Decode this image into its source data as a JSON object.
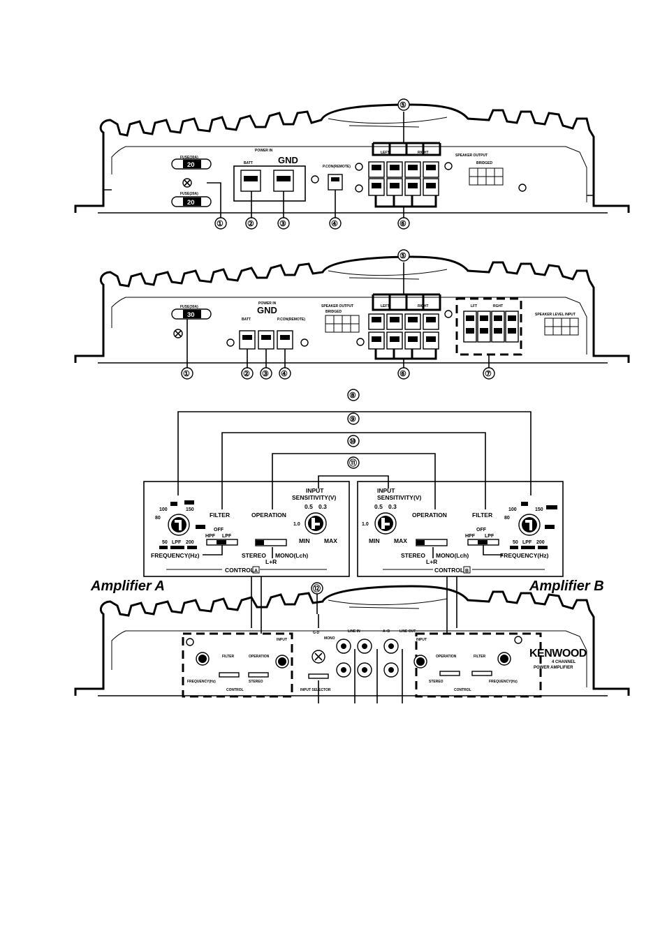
{
  "callouts": [
    "①",
    "②",
    "③",
    "④",
    "⑤",
    "⑥",
    "⑦",
    "⑧",
    "⑨",
    "⑩",
    "⑪",
    "⑫"
  ],
  "amp1": {
    "fuse_label": "FUSE(30A)",
    "fuse_value": "20",
    "fuse2_label": "FUSE(20A)",
    "power_in": "POWER IN",
    "batt": "BATT",
    "gnd": "GND",
    "pcon": "P.CON(REMOTE)",
    "left": "LEFT",
    "right": "RIGHT",
    "speaker_output": "SPEAKER OUTPUT",
    "bridged": "BRIDGED"
  },
  "amp2": {
    "fuse_label": "FUSE(30A)",
    "fuse_value": "30",
    "power_in": "POWER IN",
    "gnd": "GND",
    "batt": "BATT",
    "pcon": "P.CON(REMOTE)",
    "speaker_output": "SPEAKER OUTPUT",
    "bridged": "BRIDGED",
    "left": "LEFT",
    "right": "RIGHT",
    "lft": "LFT",
    "rght": "RGHT",
    "speaker_level_input": "SPEAKER LEVEL INPUT"
  },
  "controls": {
    "filter": "FILTER",
    "operation": "OPERATION",
    "input": "INPUT",
    "sensitivity": "SENSITIVITY(V)",
    "v05": "0.5",
    "v03": "0.3",
    "v10": "1.0",
    "min": "MIN",
    "max": "MAX",
    "off": "OFF",
    "hpf": "HPF",
    "lpf": "LPF",
    "stereo": "STEREO",
    "mono": "MONO(Lch)",
    "lr": "L+R",
    "frequency": "FREQUENCY(Hz)",
    "f50": "50",
    "f80": "80",
    "f100": "100",
    "f150": "150",
    "f200": "200",
    "lpf_mid": "LPF",
    "control_a": "CONTROL",
    "box_a": "A",
    "box_b": "B"
  },
  "amplifier_a": "Amplifier A",
  "amplifier_b": "Amplifier B",
  "amp3": {
    "brand": "KENWOOD",
    "sub1": "4 CHANNEL",
    "sub2": "POWER AMPLIFIER",
    "line_in": "LINE IN",
    "line_out": "LINE OUT",
    "ab": "A+B",
    "mono": "MONO",
    "input_selector": "INPUT SELECTOR",
    "gnd_small": "G-D"
  }
}
